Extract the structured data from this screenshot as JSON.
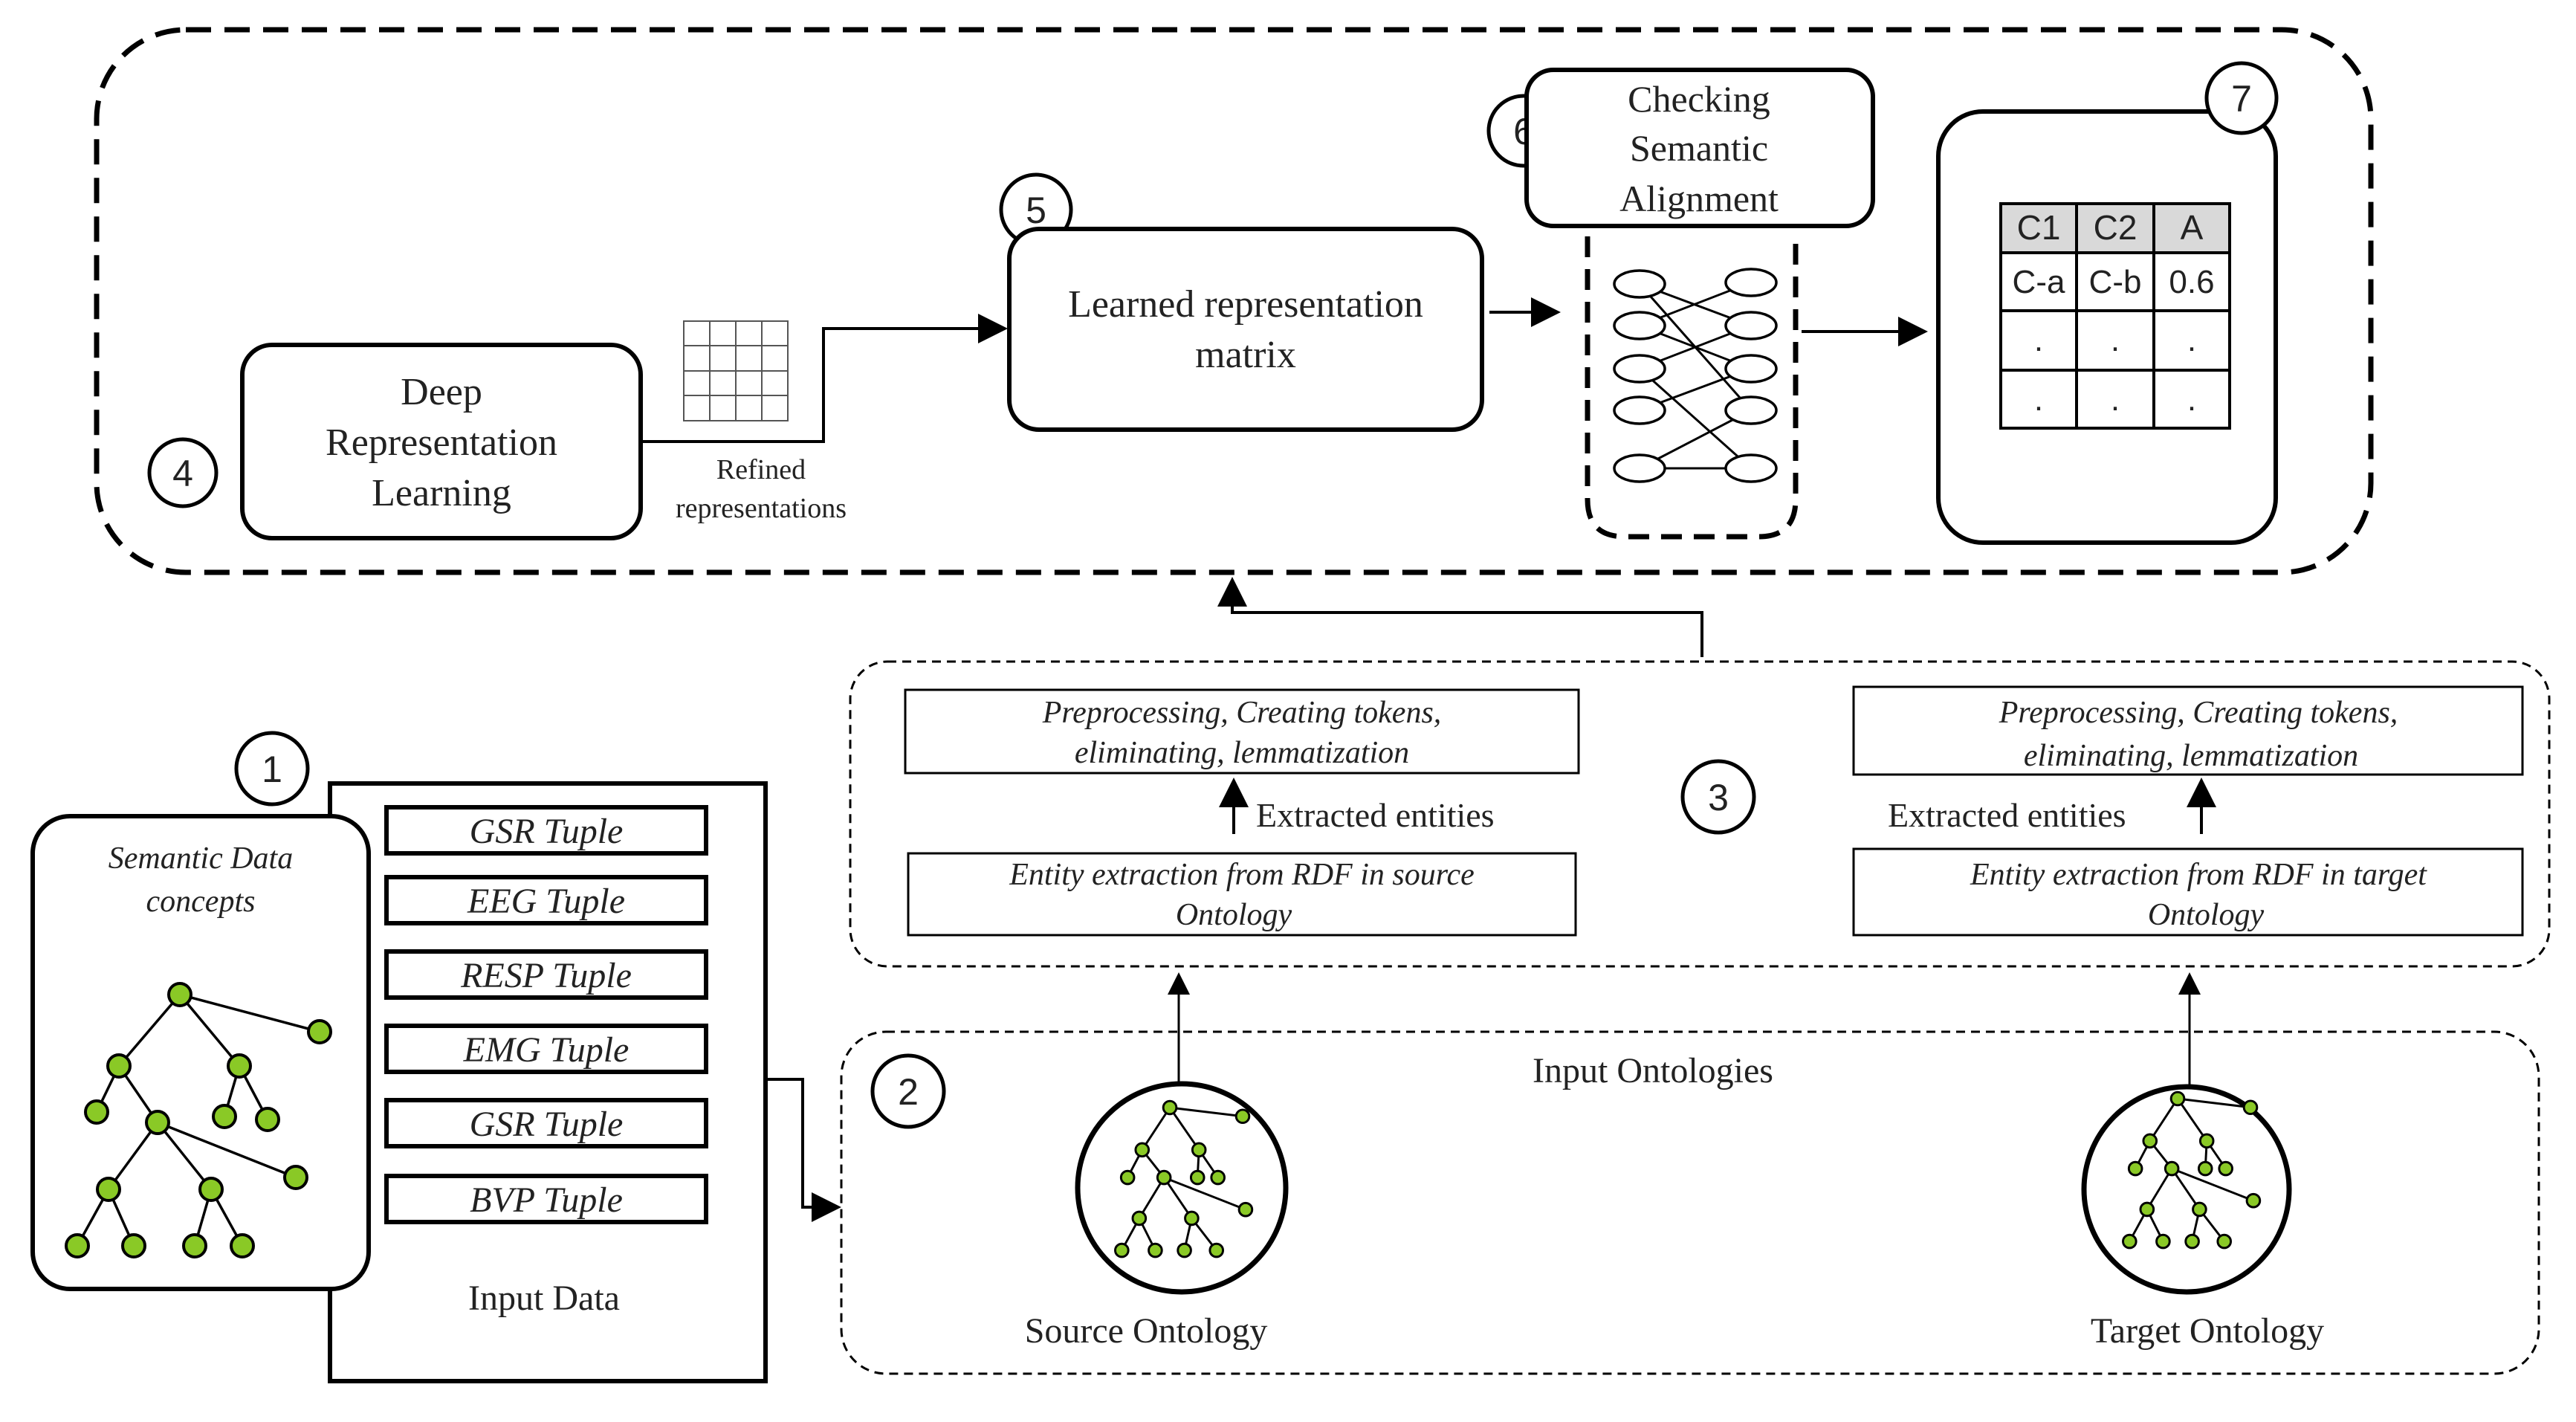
{
  "steps": {
    "s1": "1",
    "s2": "2",
    "s3": "3",
    "s4": "4",
    "s5": "5",
    "s6": "6",
    "s7": "7"
  },
  "module4": {
    "deep_line1": "Deep",
    "deep_line2": "Representation",
    "deep_line3": "Learning",
    "refined_line1": "Refined",
    "refined_line2": "representations",
    "learned_line1": "Learned representation",
    "learned_line2": "matrix",
    "checking_line1": "Checking",
    "checking_line2": "Semantic",
    "checking_line3": "Alignment"
  },
  "result_table": {
    "headers": [
      "C1",
      "C2",
      "A"
    ],
    "rows": [
      [
        "C-a",
        "C-b",
        "0.6"
      ],
      [
        ".",
        ".",
        "."
      ],
      [
        ".",
        ".",
        "."
      ]
    ]
  },
  "semantic_concepts": {
    "line1": "Semantic Data",
    "line2": "concepts"
  },
  "input_data": {
    "title": "Input Data",
    "tuples": [
      "GSR Tuple",
      "EEG Tuple",
      "RESP Tuple",
      "EMG Tuple",
      "GSR Tuple",
      "BVP Tuple"
    ]
  },
  "processing": {
    "left_pre_line1": "Preprocessing, Creating tokens,",
    "left_pre_line2": "eliminating, lemmatization",
    "left_extracted": "Extracted entities",
    "left_entity_line1": "Entity extraction from RDF in source",
    "left_entity_line2": "Ontology",
    "right_pre_line1": "Preprocessing, Creating tokens,",
    "right_pre_line2": "eliminating, lemmatization",
    "right_extracted": "Extracted entities",
    "right_entity_line1": "Entity extraction from RDF in target",
    "right_entity_line2": "Ontology"
  },
  "ontologies": {
    "title": "Input Ontologies",
    "source": "Source Ontology",
    "target": "Target Ontology"
  },
  "colors": {
    "node_fill": "#8ac926",
    "stroke": "#000000",
    "header_fill": "#d9d9d9"
  }
}
